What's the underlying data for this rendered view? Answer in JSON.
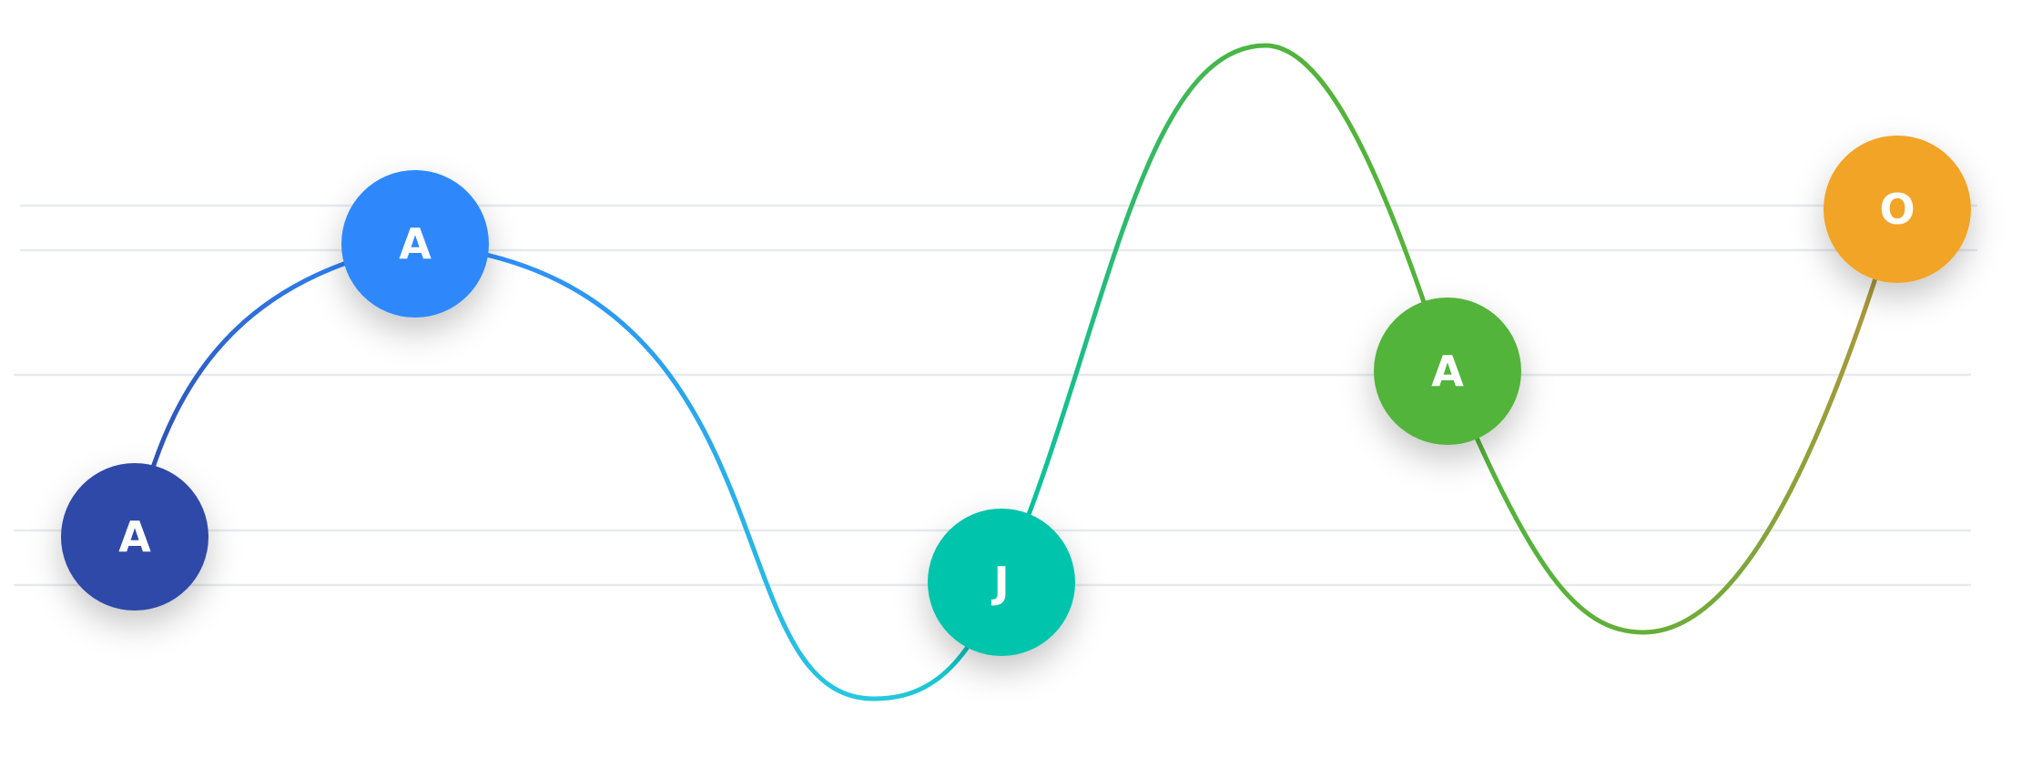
{
  "nodes": [
    {
      "letter": "A",
      "color": "#2f49a8"
    },
    {
      "letter": "A",
      "color": "#2d88fc"
    },
    {
      "letter": "J",
      "color": "#00c4ac"
    },
    {
      "letter": "A",
      "color": "#52b43a"
    },
    {
      "letter": "O",
      "color": "#f2a425"
    }
  ],
  "curve_colors": {
    "segment_1": [
      "#2f49a8",
      "#2d88fc"
    ],
    "segment_2": [
      "#2d88fc",
      "#26c8e0"
    ],
    "segment_3": [
      "#26c8e0",
      "#00c4ac"
    ],
    "segment_4": [
      "#00c4ac",
      "#52b43a"
    ],
    "segment_5": [
      "#52b43a",
      "#b5953a"
    ]
  },
  "gridline_color": "#e8eaee"
}
